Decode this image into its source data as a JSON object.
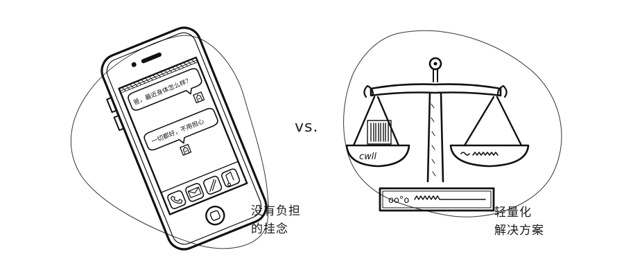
{
  "phone": {
    "message_top": "爸，最近身体怎么样？",
    "message_bottom": "一切都好，不用担心"
  },
  "separator": "vs.",
  "left_caption": {
    "line1": "没有负担",
    "line2": "的挂念"
  },
  "right_caption": {
    "line1": "轻量化",
    "line2": "解决方案"
  },
  "scale": {
    "left_pan_text": "cwll",
    "base_text": "oo°o"
  }
}
